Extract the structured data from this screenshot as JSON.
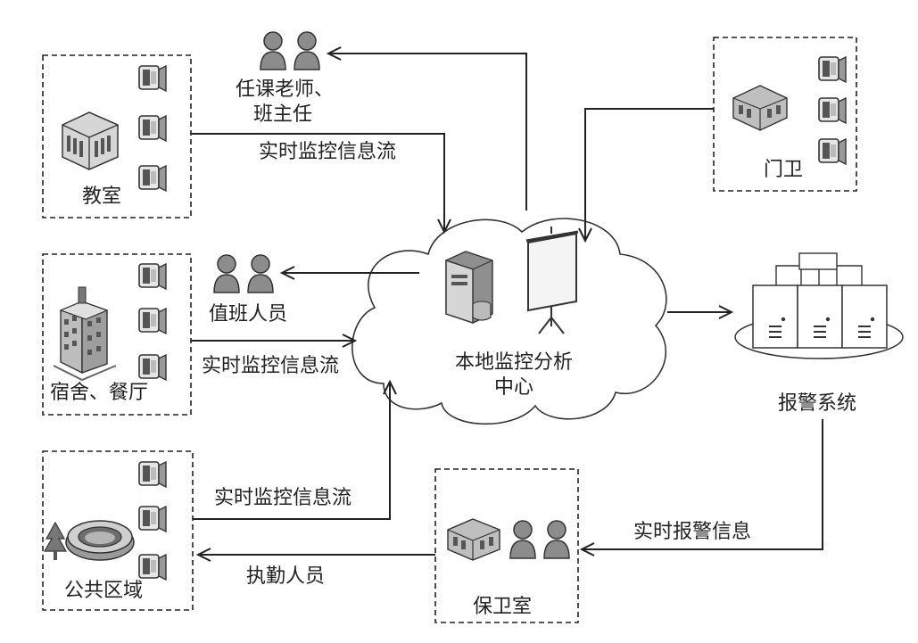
{
  "labels": {
    "classroom": "教室",
    "teachers_line1": "任课老师、",
    "teachers_line2": "班主任",
    "stream_classroom": "实时监控信息流",
    "duty_staff": "值班人员",
    "dorm": "宿舍、餐厅",
    "stream_dorm": "实时监控信息流",
    "center_line1": "本地监控分析",
    "center_line2": "中心",
    "gate": "门卫",
    "alarm_system": "报警系统",
    "public_area": "公共区域",
    "stream_public": "实时监控信息流",
    "patrol_staff": "执勤人员",
    "alarm_info": "实时报警信息",
    "security_room": "保卫室"
  },
  "icons": [
    "camera-icon",
    "building-icon",
    "people-icon",
    "server-icon",
    "projector-screen-icon",
    "stadium-icon",
    "tree-icon",
    "gatehouse-icon"
  ],
  "colors": {
    "line": "#222222",
    "icon_dark": "#555555",
    "icon_mid": "#8a8a8a",
    "icon_light": "#d8d8d8"
  }
}
